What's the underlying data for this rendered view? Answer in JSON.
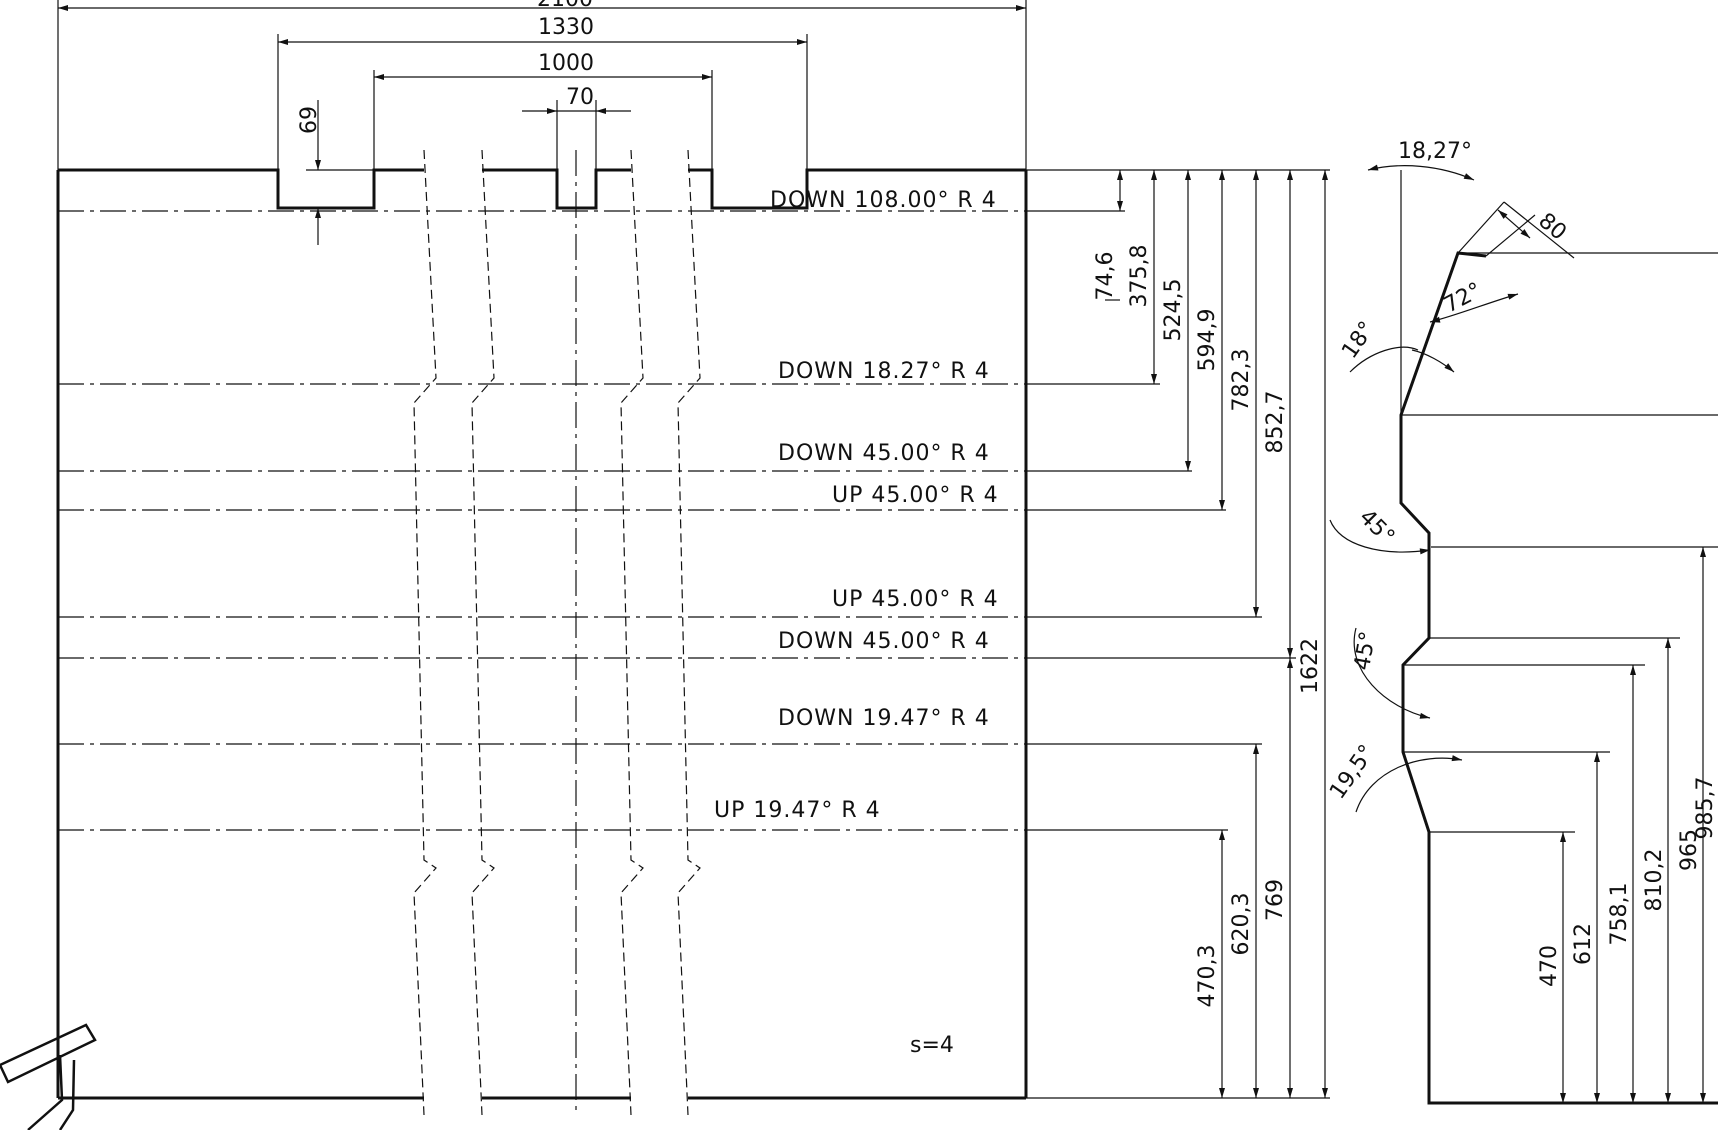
{
  "drawing": {
    "thickness_note": "s=4",
    "top_dimensions": {
      "overall_partial": "2100",
      "notch_outer": "1330",
      "notch_inner": "1000",
      "slot_width": "70",
      "notch_depth": "69"
    },
    "bend_notes": [
      "DOWN  108.00°  R 4",
      "DOWN  18.27°  R 4",
      "DOWN  45.00°  R 4",
      "UP  45.00°  R 4",
      "UP  45.00°  R 4",
      "DOWN  45.00°  R 4",
      "DOWN  19.47°  R 4",
      "UP  19.47°  R 4"
    ],
    "right_dimensions_top": [
      "74,6",
      "375,8",
      "524,5",
      "594,9",
      "782,3",
      "852,7",
      "1622"
    ],
    "right_dimensions_bottom": [
      "470,3",
      "620,3",
      "769"
    ],
    "profile_angles": [
      "18,27°",
      "80",
      "72°",
      "18°",
      "45°",
      "45°",
      "19,5°"
    ],
    "profile_dimensions": [
      "470",
      "612",
      "758,1",
      "810,2",
      "965",
      "985,7"
    ]
  }
}
